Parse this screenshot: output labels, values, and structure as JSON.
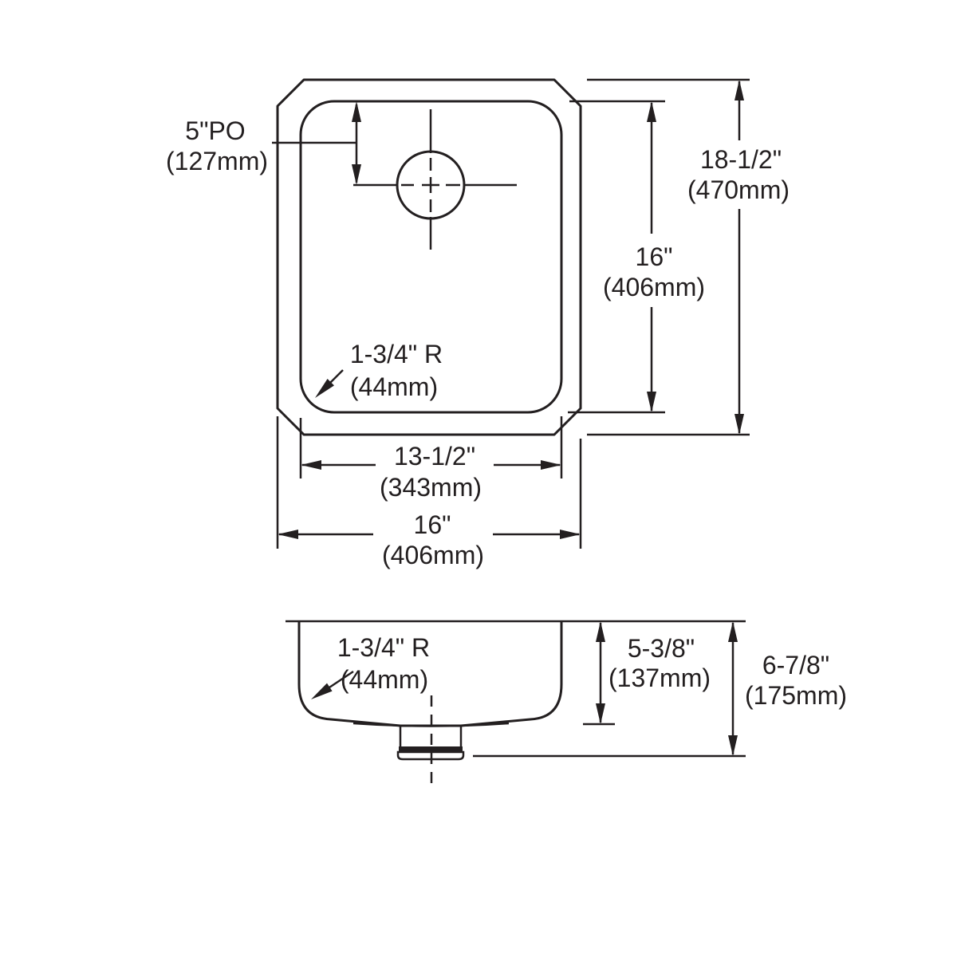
{
  "colors": {
    "line": "#231f20",
    "background": "#ffffff"
  },
  "top_view": {
    "punched_opening": {
      "line1": "5\"PO",
      "line2": "(127mm)"
    },
    "overall_length": {
      "line1": "18-1/2\"",
      "line2": "(470mm)"
    },
    "bowl_length": {
      "line1": "16\"",
      "line2": "(406mm)"
    },
    "corner_radius": {
      "line1": "1-3/4\" R",
      "line2": "(44mm)"
    },
    "bowl_width": {
      "line1": "13-1/2\"",
      "line2": "(343mm)"
    },
    "overall_width": {
      "line1": "16\"",
      "line2": "(406mm)"
    }
  },
  "side_view": {
    "corner_radius": {
      "line1": "1-3/4\" R",
      "line2": "(44mm)"
    },
    "bowl_depth": {
      "line1": "5-3/8\"",
      "line2": "(137mm)"
    },
    "overall_depth": {
      "line1": "6-7/8\"",
      "line2": "(175mm)"
    }
  }
}
